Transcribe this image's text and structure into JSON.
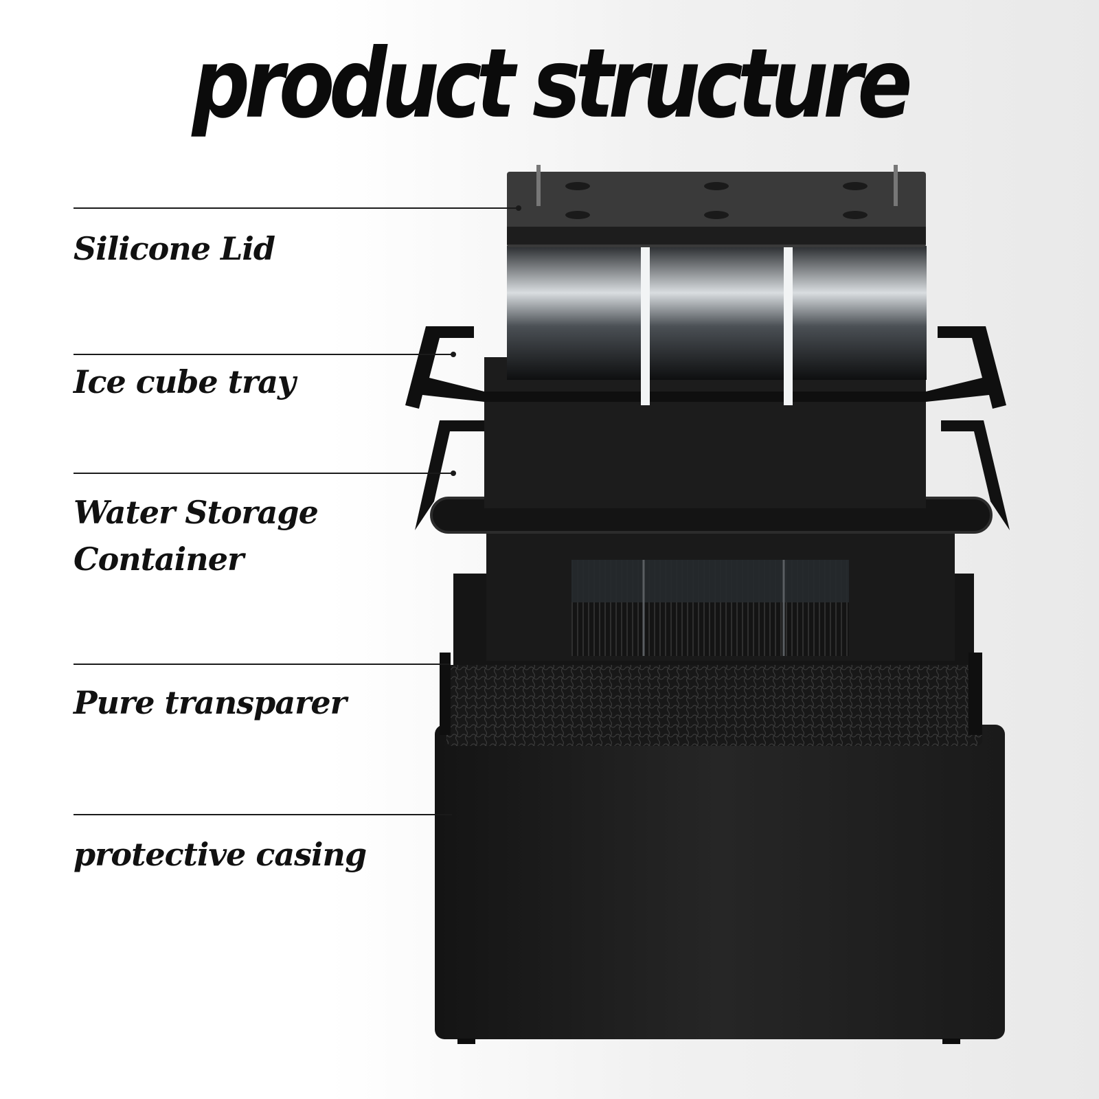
{
  "title": "product structure",
  "labels": [
    {
      "id": "silicone-lid",
      "text": "Silicone Lid"
    },
    {
      "id": "ice-cube-tray",
      "text": "Ice cube tray"
    },
    {
      "id": "water-storage-line1",
      "text": "Water Storage"
    },
    {
      "id": "water-storage-line2",
      "text": "Container"
    },
    {
      "id": "pure-transparer",
      "text": "Pure transparer"
    },
    {
      "id": "protective-casing",
      "text": "protective casing"
    }
  ],
  "colors": {
    "background": "#ffffff",
    "text": "#111111",
    "product_black": "#1b1b1b",
    "product_dark": "#0c0c0c",
    "ice": "#cfd4d8"
  }
}
